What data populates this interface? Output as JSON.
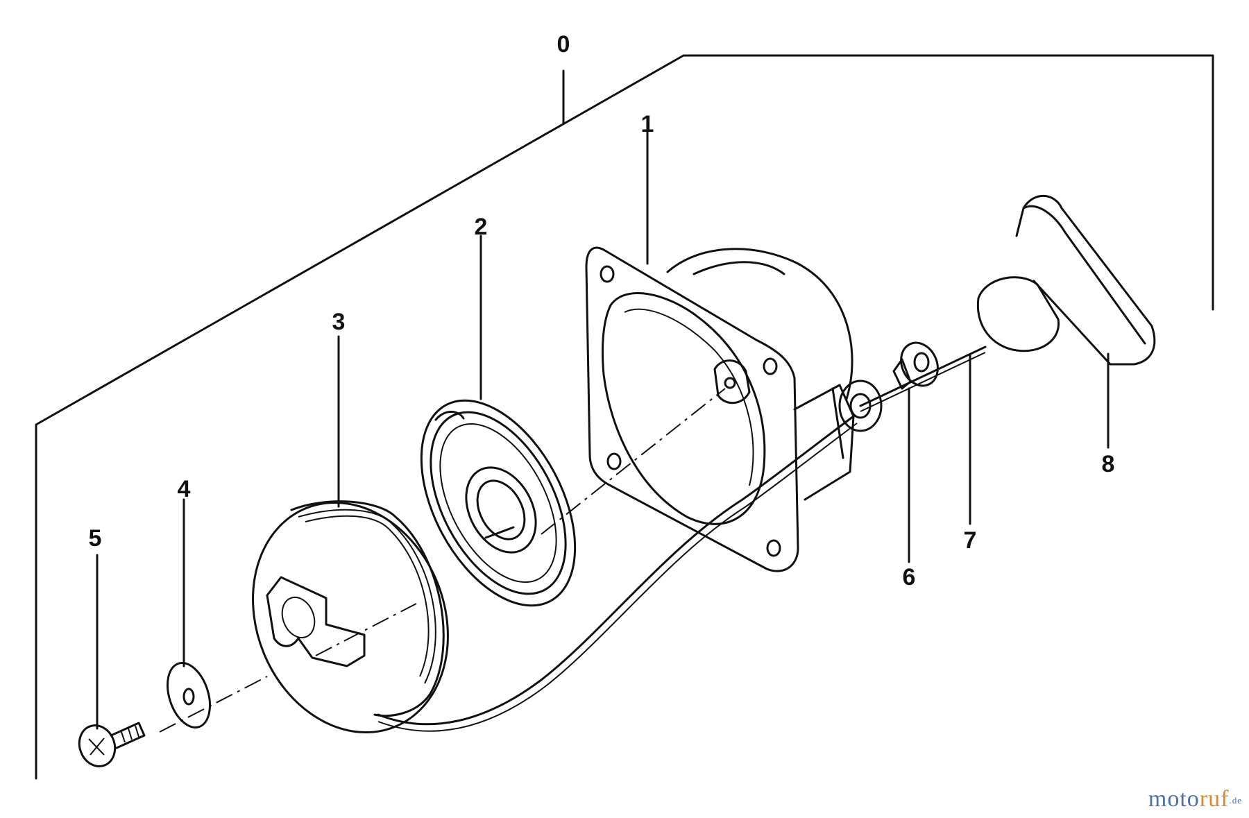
{
  "labels": {
    "assembly": "0",
    "housing": "1",
    "spring": "2",
    "pulley": "3",
    "washer": "4",
    "screw": "5",
    "grommet": "6",
    "rope": "7",
    "handle": "8"
  },
  "watermark": {
    "part1": "moto",
    "part2": "ruf",
    "tld": ".de"
  },
  "colors": {
    "ink": "#111111",
    "watermark_blue": "#4a6fb3",
    "watermark_orange": "#e0862b"
  }
}
